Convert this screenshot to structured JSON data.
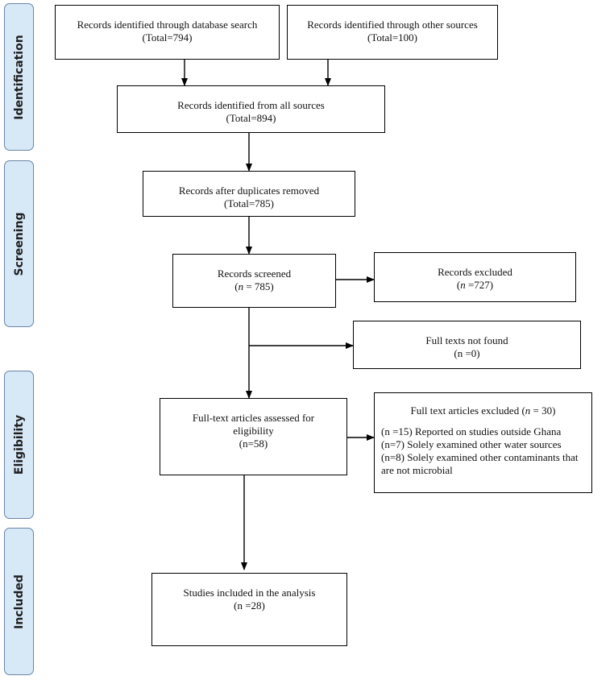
{
  "phases": {
    "identification": "Identification",
    "screening": "Screening",
    "eligibility": "Eligibility",
    "included": "Included"
  },
  "boxes": {
    "db_search": {
      "line1": "Records identified through database search",
      "line2": "(Total=794)"
    },
    "other_sources": {
      "line1": "Records identified through other sources",
      "line2": "(Total=100)"
    },
    "all_sources": {
      "line1": "Records identified from all sources",
      "line2": "(Total=894)"
    },
    "duplicates_removed": {
      "line1": "Records after duplicates removed",
      "line2": "(Total=785)"
    },
    "screened": {
      "line1": "Records screened",
      "n_label": "n",
      "n_value": " = 785)"
    },
    "excluded": {
      "line1": "Records excluded",
      "n_label": "n",
      "n_value": " =727)"
    },
    "not_found": {
      "line1": "Full texts not found",
      "line2": "(n =0)"
    },
    "assessed": {
      "line1": "Full-text articles assessed for",
      "line2": "eligibility",
      "line3": "(n=58)"
    },
    "fulltext_excluded": {
      "header_pre": "Full text articles excluded (",
      "header_n": "n",
      "header_post": " = 30)",
      "reasons": [
        "(n =15) Reported on studies outside Ghana",
        "(n=7) Solely examined other water sources",
        "(n=8) Solely examined other contaminants that",
        "are not microbial"
      ]
    },
    "included": {
      "line1": "Studies included in the analysis",
      "line2": "(n =28)"
    }
  }
}
